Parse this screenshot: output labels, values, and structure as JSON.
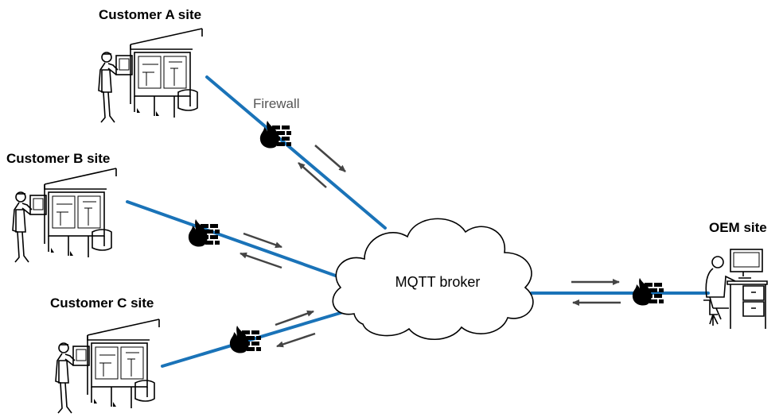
{
  "sites": {
    "customer_a": "Customer A site",
    "customer_b": "Customer B site",
    "customer_c": "Customer C site",
    "oem": "OEM site"
  },
  "firewall_label": "Firewall",
  "broker_label": "MQTT broker",
  "colors": {
    "link": "#1a73b8",
    "arrow": "#444444",
    "firewall_label": "#555555"
  },
  "icons": [
    "operator-at-machine-icon",
    "engineer-at-workstation-icon",
    "firewall-icon",
    "cloud-icon"
  ]
}
